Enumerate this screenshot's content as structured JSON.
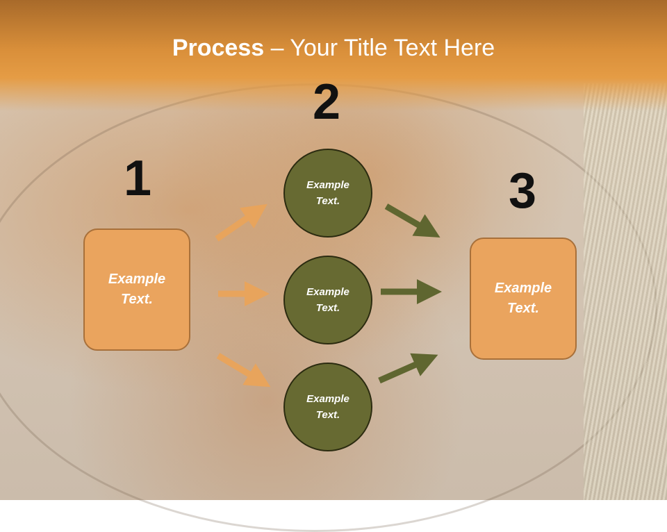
{
  "title": {
    "bold": "Process",
    "rest": " – Your Title Text Here"
  },
  "steps": [
    "1",
    "2",
    "3"
  ],
  "left_box": "Example\nText.",
  "right_box": "Example\nText.",
  "circles": [
    "Example\nText.",
    "Example\nText.",
    "Example\nText."
  ],
  "colors": {
    "box": "#eaa45e",
    "circle": "#676a32",
    "arrow_orange": "#e8a45c",
    "arrow_olive": "#5f6630"
  }
}
